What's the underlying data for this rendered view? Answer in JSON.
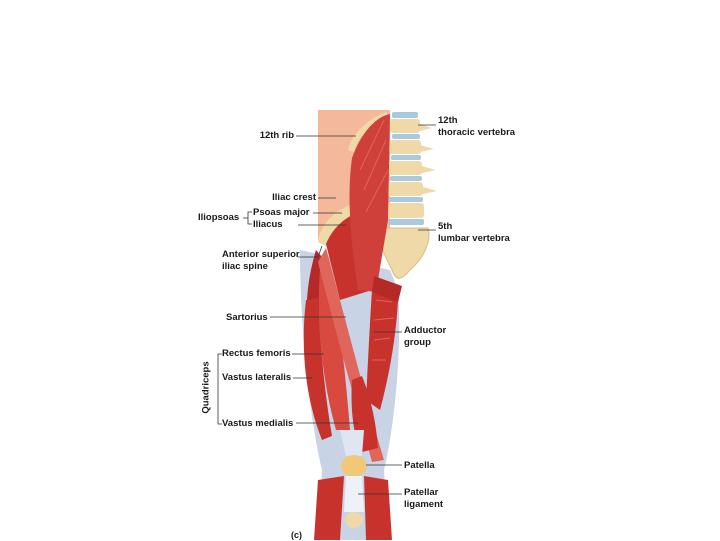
{
  "labels": {
    "rib12": "12th rib",
    "thoracic_line1": "12th",
    "thoracic_line2": "thoracic vertebra",
    "iliac_crest": "Iliac crest",
    "iliopsoas": "Iliopsoas",
    "psoas_major": "Psoas major",
    "iliacus": "Iliacus",
    "lumbar_line1": "5th",
    "lumbar_line2": "lumbar vertebra",
    "asis_line1": "Anterior superior",
    "asis_line2": "iliac spine",
    "sartorius": "Sartorius",
    "adductor_line1": "Adductor",
    "adductor_line2": "group",
    "quadriceps": "Quadriceps",
    "rectus_femoris": "Rectus femoris",
    "vastus_lateralis": "Vastus lateralis",
    "vastus_medialis": "Vastus medialis",
    "patella": "Patella",
    "patellar_line1": "Patellar",
    "patellar_line2": "ligament",
    "panel": "(c)"
  },
  "colors": {
    "skin": "#f4b99a",
    "muscle": "#c8322c",
    "muscle_light": "#e0655a",
    "bone": "#f0d9a8",
    "disc": "#a9c9dc",
    "fascia": "#c9d3e6",
    "leader": "#333333"
  }
}
